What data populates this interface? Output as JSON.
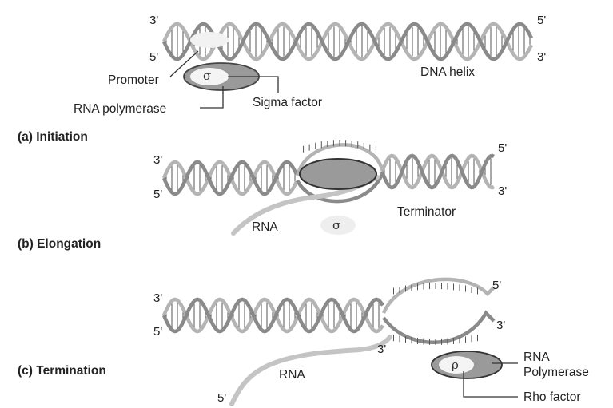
{
  "panel_a": {
    "ends": {
      "top_left": "3'",
      "bottom_left": "5'",
      "top_right": "5'",
      "bottom_right": "3'"
    },
    "labels": {
      "promoter": "Promoter",
      "dna_helix": "DNA helix",
      "rna_polymerase": "RNA polymerase",
      "sigma_factor": "Sigma factor"
    },
    "sigma_symbol": "σ",
    "stage_label": "(a) Initiation"
  },
  "panel_b": {
    "ends": {
      "top_left": "3'",
      "bottom_left": "5'",
      "top_right": "5'",
      "bottom_right": "3'"
    },
    "labels": {
      "rna": "RNA",
      "terminator": "Terminator"
    },
    "sigma_symbol": "σ",
    "stage_label": "(b) Elongation"
  },
  "panel_c": {
    "ends": {
      "top_left": "3'",
      "bottom_left": "5'",
      "top_right": "5'",
      "bottom_right": "3'"
    },
    "labels": {
      "rna": "RNA",
      "rna_3_end": "3'",
      "rna_5_end": "5'",
      "rna_polymerase": "RNA\nPolymerase",
      "rho_factor": "Rho factor"
    },
    "rho_symbol": "ρ",
    "stage_label": "(c) Termination"
  },
  "colors": {
    "strand_dark": "#8a8a8a",
    "strand_light": "#b4b4b4",
    "polymerase": "#9a9a9a"
  }
}
